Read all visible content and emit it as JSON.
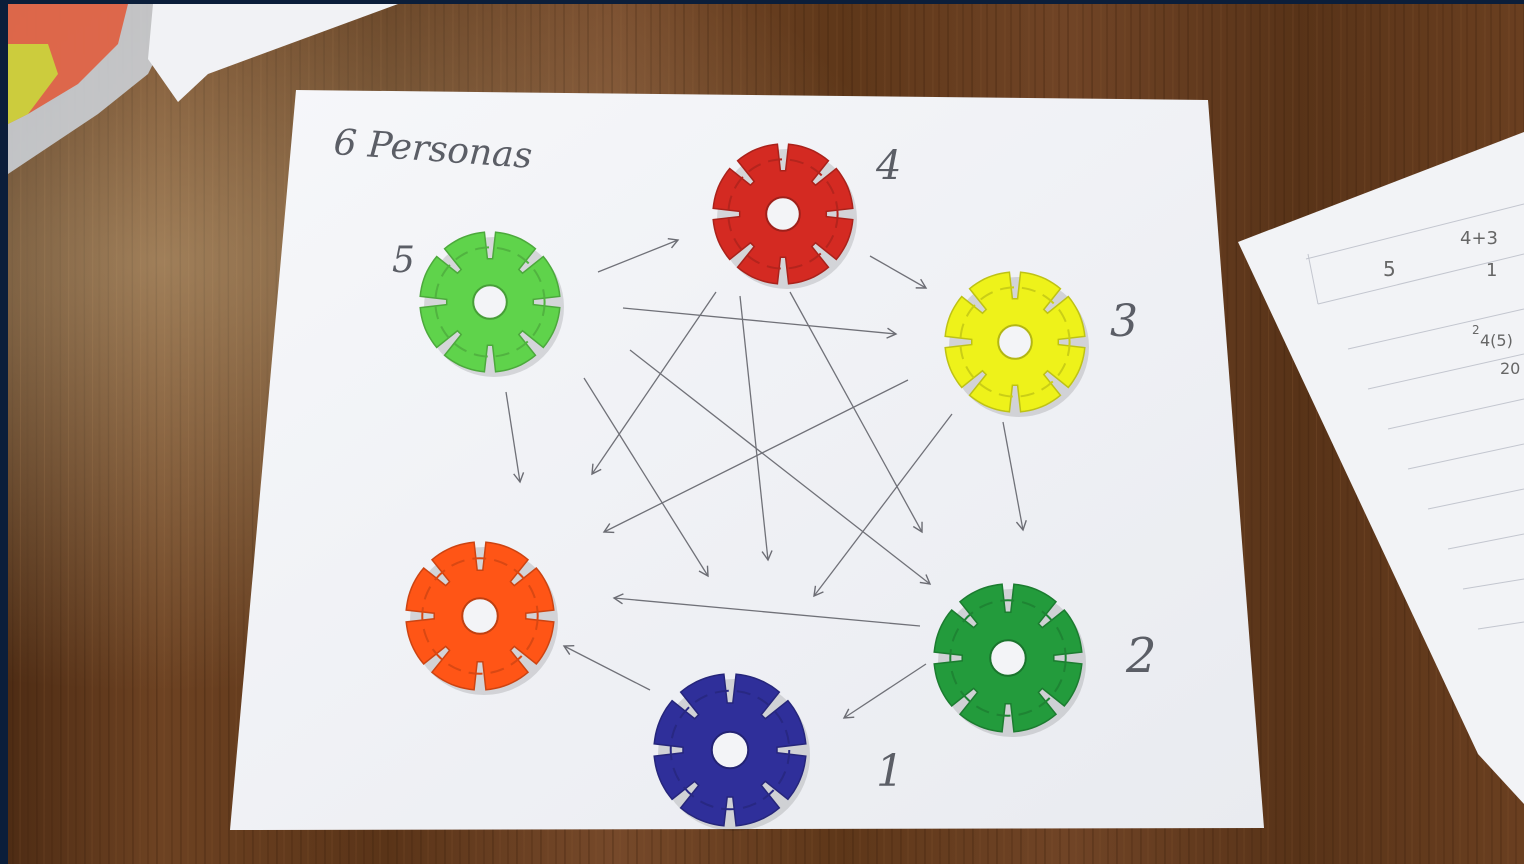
{
  "paper": {
    "title": "6 Personas"
  },
  "labels": {
    "n1": "1",
    "n2": "2",
    "n3": "3",
    "n4": "4",
    "n5": "5"
  },
  "side_sheet": {
    "values": [
      "5",
      "4+3",
      "1",
      "2",
      "4(5)",
      "20"
    ]
  },
  "discs": [
    {
      "name": "red-disc",
      "color": "#d42a22"
    },
    {
      "name": "yellow-disc",
      "color": "#eef21a"
    },
    {
      "name": "dark-green-disc",
      "color": "#239b3c"
    },
    {
      "name": "blue-disc",
      "color": "#2f2f9a"
    },
    {
      "name": "orange-disc",
      "color": "#ff5516"
    },
    {
      "name": "light-green-disc",
      "color": "#5fd34b"
    }
  ],
  "colors": {
    "table": "#6e4324",
    "paper": "#f4f5f8",
    "pencil": "#707178"
  }
}
